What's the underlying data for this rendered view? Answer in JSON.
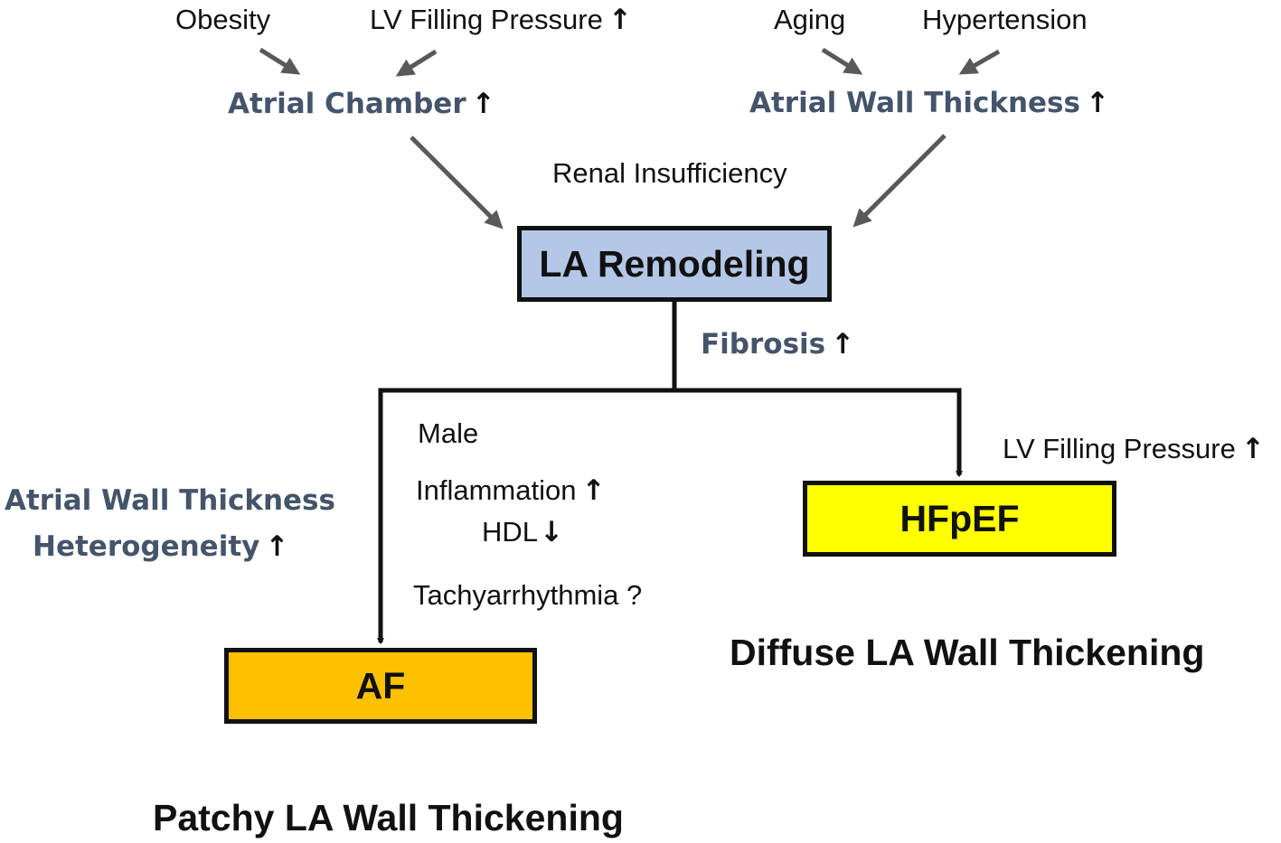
{
  "colors": {
    "la_box": "#b4c7e7",
    "hfpef_box": "#ffff00",
    "af_box": "#ffc000",
    "factor_text": "#44546a",
    "grey_arrow": "#595959",
    "black_line": "#111111"
  },
  "glyphs": {
    "up": "↑",
    "down": "↓"
  },
  "top_factors": {
    "obesity": "Obesity",
    "lv_filling_top": "LV Filling Pressure",
    "aging": "Aging",
    "hypertension": "Hypertension"
  },
  "mid_factors": {
    "atrial_chamber": "Atrial Chamber",
    "atrial_wall_thickness": "Atrial Wall Thickness",
    "renal": "Renal Insufficiency"
  },
  "boxes": {
    "la_remodeling": "LA Remodeling",
    "hfpef": "HFpEF",
    "af": "AF"
  },
  "branch_labels": {
    "fibrosis": "Fibrosis",
    "male": "Male",
    "inflammation": "Inflammation",
    "hdl": "HDL",
    "tachy": "Tachyarrhythmia ?",
    "lv_filling_right": "LV Filling Pressure",
    "heterogeneity_line1": "Atrial Wall Thickness",
    "heterogeneity_line2": "Heterogeneity"
  },
  "captions": {
    "diffuse": "Diffuse LA Wall Thickening",
    "patchy": "Patchy LA Wall Thickening"
  }
}
